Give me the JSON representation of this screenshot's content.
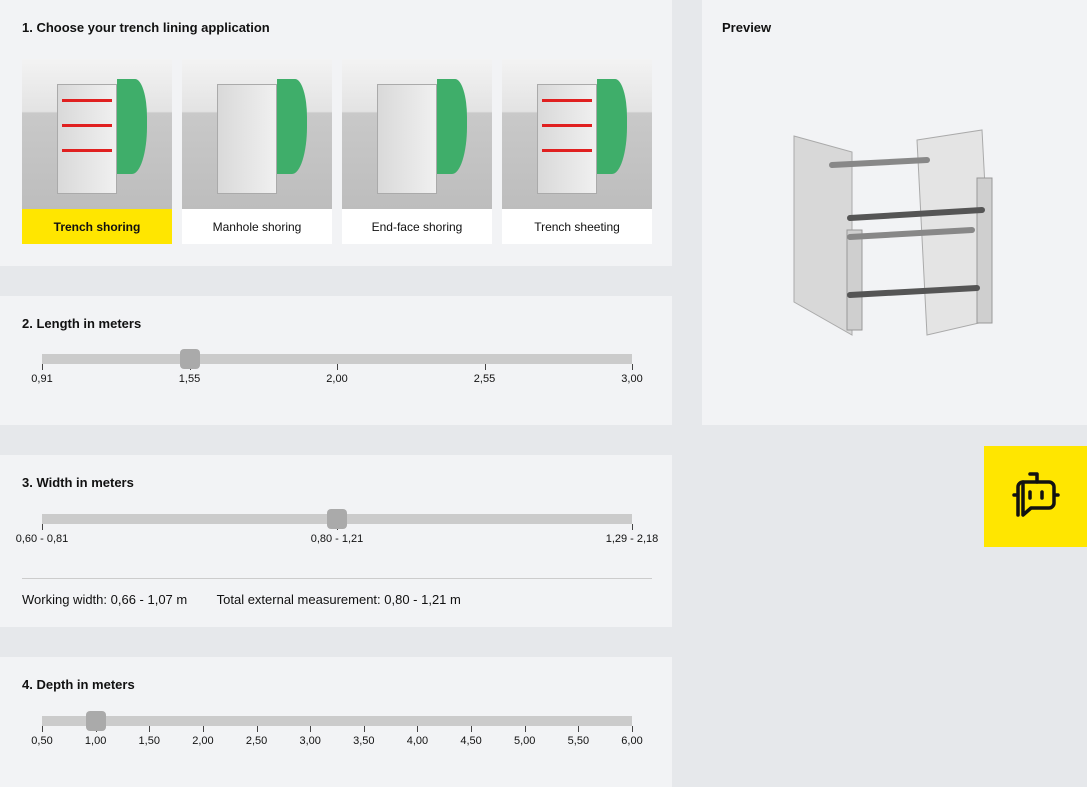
{
  "application": {
    "title": "1. Choose your trench lining application",
    "options": [
      {
        "label": "Trench shoring",
        "selected": true
      },
      {
        "label": "Manhole shoring",
        "selected": false
      },
      {
        "label": "End-face shoring",
        "selected": false
      },
      {
        "label": "Trench sheeting",
        "selected": false
      }
    ]
  },
  "length": {
    "title": "2. Length in meters",
    "ticks": [
      "0,91",
      "1,55",
      "2,00",
      "2,55",
      "3,00"
    ],
    "selected_index": 1
  },
  "width": {
    "title": "3. Width in meters",
    "ticks": [
      "0,60 - 0,81",
      "0,80 - 1,21",
      "1,29 - 2,18"
    ],
    "selected_index": 1,
    "working_width": "Working width: 0,66 - 1,07 m",
    "total_external": "Total external measurement: 0,80 - 1,21 m"
  },
  "depth": {
    "title": "4. Depth in meters",
    "ticks": [
      "0,50",
      "1,00",
      "1,50",
      "2,00",
      "2,50",
      "3,00",
      "3,50",
      "4,00",
      "4,50",
      "5,00",
      "5,50",
      "6,00"
    ],
    "selected_index": 1
  },
  "preview": {
    "title": "Preview"
  },
  "chat": {
    "icon": "chatbot-icon"
  },
  "colors": {
    "accent": "#ffe600",
    "panel": "#f2f3f5",
    "track": "#cbcbcb",
    "thumb": "#aaaaaa"
  }
}
